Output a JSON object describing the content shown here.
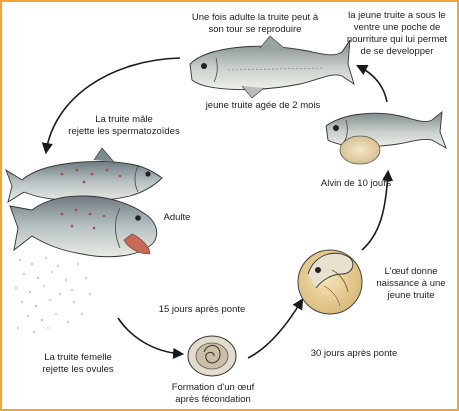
{
  "colors": {
    "border": "#f0a43a",
    "ink": "#1a1a1a",
    "text": "#222222"
  },
  "labels": {
    "adult_reproduce_l1": "Une fois adulte la truite peut à",
    "adult_reproduce_l2": "son tour se reproduire",
    "young_pouch_l1": "la jeune truite a sous le",
    "young_pouch_l2": "ventre une poche de",
    "young_pouch_l3": "nourriture qui lui permet",
    "young_pouch_l4": "de se developper",
    "young_2_months": "jeune truite agée de 2 mois",
    "male_l1": "La truite mâle",
    "male_l2": "rejette les spermatozoïdes",
    "adult": "Adulte",
    "alvin": "Alvin de 10 jours",
    "egg_birth_l1": "L'œuf donne",
    "egg_birth_l2": "naissance à une",
    "egg_birth_l3": "jeune truite",
    "days_15": "15 jours après ponte",
    "female_l1": "La truite femelle",
    "female_l2": "rejette les ovules",
    "egg_formation_l1": "Formation d'un œuf",
    "egg_formation_l2": "après fécondation",
    "days_30": "30 jours après ponte"
  },
  "icons": [
    "young-trout-icon",
    "male-trout-icon",
    "female-trout-icon",
    "egg-icon",
    "hatching-egg-icon",
    "alevin-icon",
    "cycle-arrow-icon"
  ]
}
